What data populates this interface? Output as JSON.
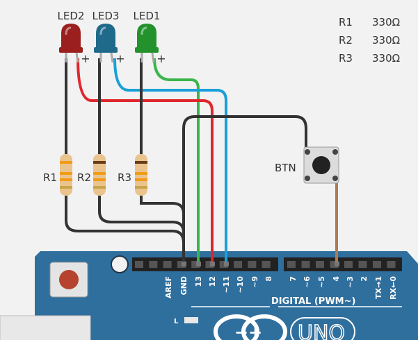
{
  "leds": [
    {
      "id": "LED2",
      "color": "#9b1f1f",
      "plus": "+"
    },
    {
      "id": "LED3",
      "color": "#1f6a8a",
      "plus": "+"
    },
    {
      "id": "LED1",
      "color": "#24922c",
      "plus": "+"
    }
  ],
  "resistors": [
    {
      "id": "R1",
      "value": "330Ω"
    },
    {
      "id": "R2",
      "value": "330Ω"
    },
    {
      "id": "R3",
      "value": "330Ω"
    }
  ],
  "button": {
    "label": "BTN"
  },
  "board": {
    "pins_left": [
      "AREF",
      "GND",
      "13",
      "12",
      "~11",
      "~10",
      "~9",
      "8"
    ],
    "pins_right": [
      "7",
      "~6",
      "~5",
      "4",
      "~3",
      "2",
      "TX→1",
      "RX←0"
    ],
    "digital_label": "DIGITAL (PWM~)",
    "led_label": "L",
    "uno_label": "UNO",
    "logo_label": "−+"
  },
  "wire_colors": {
    "green": "#3ab54a",
    "red": "#e0262d",
    "blue": "#1aa0d8",
    "black": "#333333",
    "brown": "#b07a50"
  }
}
